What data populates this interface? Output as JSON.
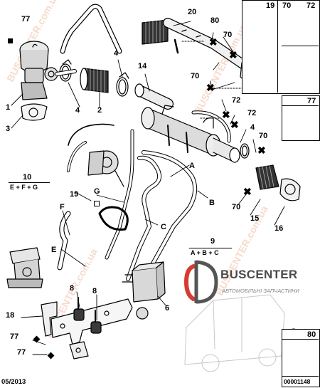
{
  "callouts": {
    "c77a": "77",
    "c1": "1",
    "c3": "3",
    "c4a": "4",
    "c2": "2",
    "c4b": "4",
    "c14": "14",
    "c20": "20",
    "c80a": "80",
    "c70a": "70",
    "c70b": "70",
    "c72a": "72",
    "c72b": "72",
    "c4c": "4",
    "c70c": "70",
    "c10": "10",
    "c19a": "19",
    "cA": "A",
    "cB": "B",
    "cG": "G",
    "cF": "F",
    "cC": "C",
    "c70d": "70",
    "c15": "15",
    "c16": "16",
    "c9": "9",
    "cE": "E",
    "c8a": "8",
    "c8b": "8",
    "c6": "6",
    "c18": "18",
    "c77b": "77",
    "c77c": "77"
  },
  "equations": {
    "eq10": "E + F + G",
    "eq9": "A + B + C"
  },
  "inset_top": {
    "h19": "19",
    "h70": "70",
    "h72": "72"
  },
  "inset_mid": {
    "h77": "77"
  },
  "inset_bot": {
    "h80": "80",
    "ref": "00001148"
  },
  "logo": {
    "name": "BUSCENTER",
    "subtitle": "АВТОМОБІЛЬНІ ЗАПЧАСТИНИ"
  },
  "footer": {
    "date": "05/2013"
  },
  "watermark": {
    "text": "BUSCENTER.com.ua"
  }
}
